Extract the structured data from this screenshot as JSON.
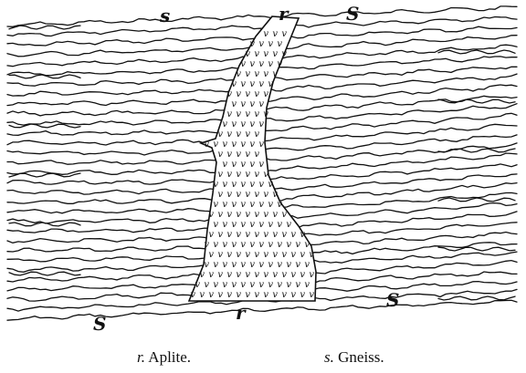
{
  "labels": {
    "r_bottom": "r",
    "r_top": "r",
    "s_top_left": "s",
    "s_top_right": "S",
    "s_bottom_left": "S",
    "s_bottom_right": "S"
  },
  "caption": {
    "aplite_letter": "r.",
    "aplite_name": "Aplite.",
    "gneiss_letter": "s.",
    "gneiss_name": "Gneiss."
  },
  "colors": {
    "ink": "#111111",
    "paper": "#ffffff"
  }
}
